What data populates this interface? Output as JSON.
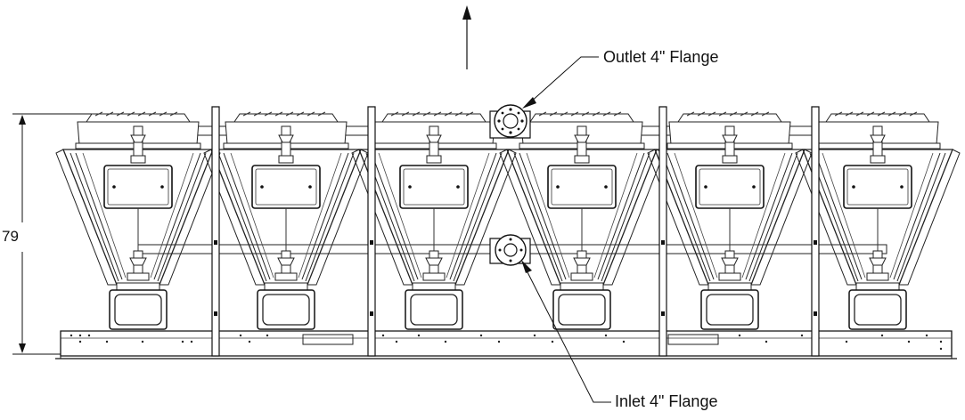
{
  "labels": {
    "outlet": "Outlet 4\" Flange",
    "inlet": "Inlet 4\" Flange",
    "height_dimension": "79"
  },
  "drawing": {
    "unit_count": 6,
    "line_color": "#1a1a1a",
    "background": "#ffffff"
  }
}
